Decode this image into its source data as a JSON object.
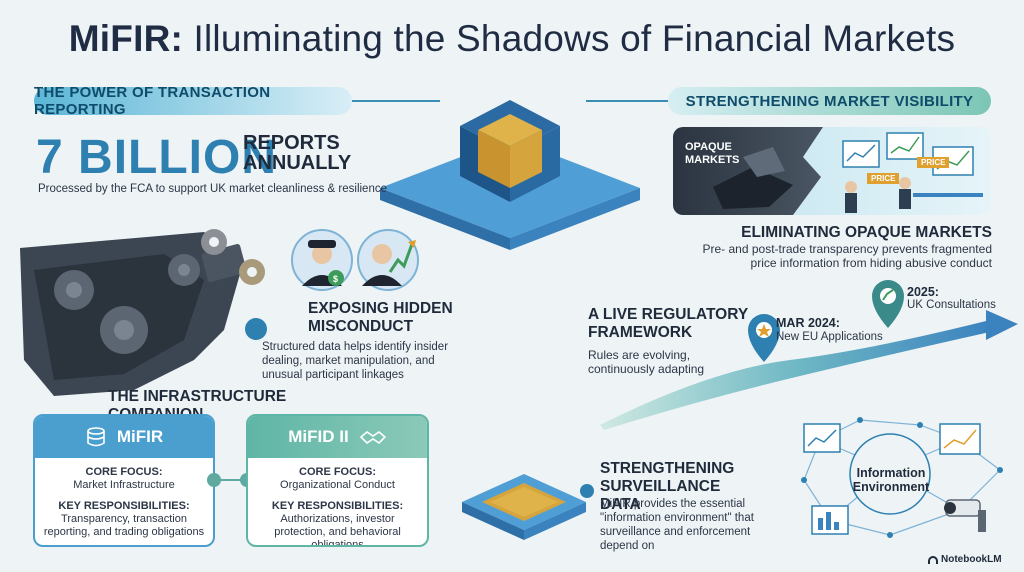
{
  "title": {
    "strong": "MiFIR:",
    "rest": " Illuminating the Shadows of Financial Markets"
  },
  "left_pill": "THE POWER OF TRANSACTION REPORTING",
  "right_pill": "STRENGTHENING MARKET VISIBILITY",
  "stat": {
    "number": "7 BILLION",
    "unit": "REPORTS ANNUALLY",
    "caption": "Processed by the FCA to support UK market cleanliness & resilience"
  },
  "misconduct": {
    "heading": "EXPOSING HIDDEN MISCONDUCT",
    "body": "Structured data helps identify insider dealing, market manipulation, and unusual participant linkages"
  },
  "companion": {
    "heading": "THE INFRASTRUCTURE COMPANION",
    "mifir": {
      "title": "MiFIR",
      "core_label": "CORE FOCUS:",
      "core_value": "Market Infrastructure",
      "resp_label": "KEY RESPONSIBILITIES:",
      "resp_value": "Transparency, transaction reporting, and trading obligations",
      "color": "#4b9fcf"
    },
    "mifid": {
      "title": "MiFID II",
      "core_label": "CORE FOCUS:",
      "core_value": "Organizational Conduct",
      "resp_label": "KEY RESPONSIBILITIES:",
      "resp_value": "Authorizations, investor protection, and behavioral obligations",
      "color": "#5fb6a6"
    }
  },
  "opaque": {
    "image_label": "OPAQUE MARKETS",
    "price_tag_1": "PRICE",
    "price_tag_2": "PRICE",
    "heading": "ELIMINATING OPAQUE MARKETS",
    "body": "Pre- and post-trade transparency prevents fragmented price information from hiding abusive conduct"
  },
  "framework": {
    "heading": "A LIVE REGULATORY FRAMEWORK",
    "body": "Rules are evolving, continuously adapting",
    "milestones": [
      {
        "date": "MAR 2024:",
        "desc": "New EU Applications"
      },
      {
        "date": "2025:",
        "desc": "UK Consultations"
      }
    ]
  },
  "surveillance": {
    "heading": "STRENGTHENING SURVEILLANCE DATA",
    "body": "MiFIR provides the essential \"information environment\" that surveillance and enforcement depend on",
    "hub_label": "Information Environment"
  },
  "brand": "NotebookLM",
  "icons": [
    "database-icon",
    "handshake-icon",
    "gear-icon",
    "cube-icon",
    "chip-icon",
    "pin-icon",
    "camera-icon",
    "chart-icon"
  ]
}
